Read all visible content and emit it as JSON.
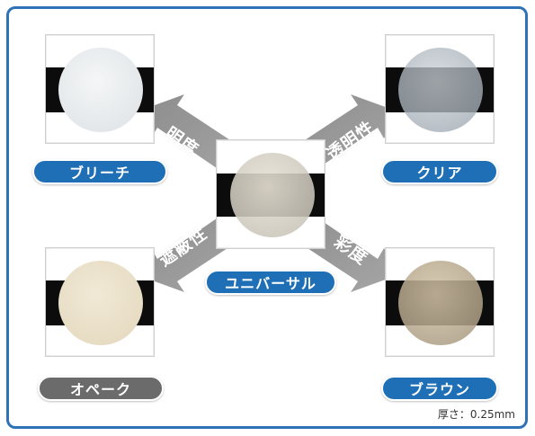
{
  "diagram": {
    "center": {
      "label": "ユニバーサル",
      "pill_color": "#1f6fb6"
    },
    "nodes": [
      {
        "key": "bleach",
        "label": "ブリーチ",
        "pill_color": "#1f6fb6",
        "disc_color": "#e9ecef"
      },
      {
        "key": "clear",
        "label": "クリア",
        "pill_color": "#1f6fb6",
        "disc_color": "#8e969f"
      },
      {
        "key": "opaque",
        "label": "オペーク",
        "pill_color": "#6b6b6b",
        "disc_color": "#ece2cd"
      },
      {
        "key": "brown",
        "label": "ブラウン",
        "pill_color": "#1f6fb6",
        "disc_color": "#b7a88f"
      }
    ],
    "arrows": [
      {
        "label": "明度",
        "direction": "up-left"
      },
      {
        "label": "透明性",
        "direction": "up-right"
      },
      {
        "label": "遮蔽性",
        "direction": "down-left"
      },
      {
        "label": "彩度",
        "direction": "down-right"
      }
    ],
    "thickness_note": "厚さ：0.25mm",
    "colors": {
      "frame_border": "#2e72b8",
      "arrow_fill": "#9a9a9a",
      "band": "#0c0c0c"
    }
  }
}
